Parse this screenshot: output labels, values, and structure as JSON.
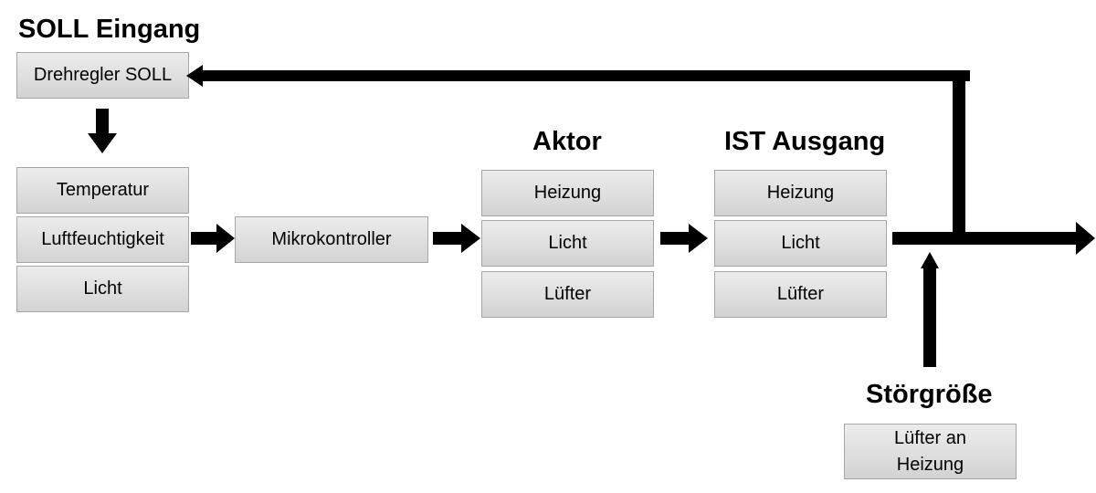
{
  "headings": {
    "soll": "SOLL Eingang",
    "aktor": "Aktor",
    "ist": "IST Ausgang",
    "stoer": "Störgröße"
  },
  "boxes": {
    "drehregler": "Drehregler SOLL",
    "sensors": [
      "Temperatur",
      "Luftfeuchtigkeit",
      "Licht"
    ],
    "controller": "Mikrokontroller",
    "aktor": [
      "Heizung",
      "Licht",
      "Lüfter"
    ],
    "ist": [
      "Heizung",
      "Licht",
      "Lüfter"
    ],
    "stoer": [
      "Lüfter an",
      "Heizung"
    ]
  }
}
